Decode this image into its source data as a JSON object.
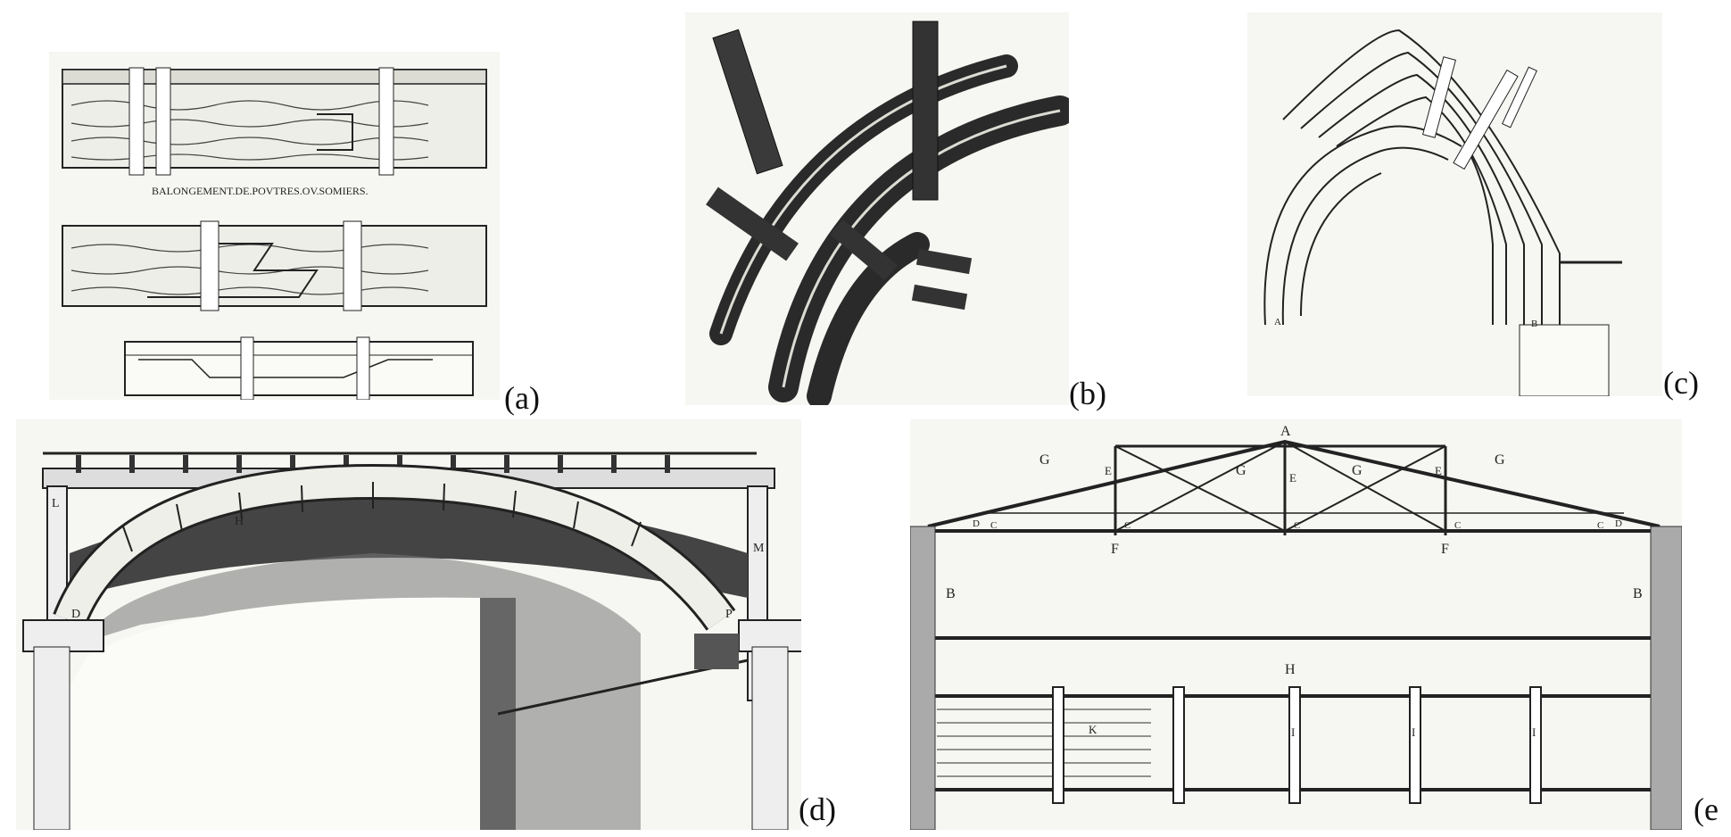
{
  "panels": [
    {
      "id": "a",
      "tag": "(a)",
      "caption": "BALONGEMENT.DE.POVTRES.OV.SOMIERS."
    },
    {
      "id": "b",
      "tag": "(b)"
    },
    {
      "id": "c",
      "tag": "(c)",
      "letters": [
        "A",
        "B"
      ]
    },
    {
      "id": "d",
      "tag": "(d)",
      "letters": [
        "L",
        "H",
        "D",
        "P",
        "M"
      ]
    },
    {
      "id": "e",
      "tag": "(e",
      "letters": [
        "A",
        "G",
        "G",
        "G",
        "G",
        "E",
        "E",
        "E",
        "F",
        "F",
        "B",
        "B",
        "H",
        "K",
        "I",
        "I",
        "I",
        "C",
        "C",
        "C",
        "C",
        "C",
        "D",
        "D"
      ]
    }
  ],
  "colors": {
    "ink": "#1a1a1a",
    "paper": "#f6f6f2",
    "wood": "#3a3a3a",
    "light": "#e8e8e2"
  }
}
